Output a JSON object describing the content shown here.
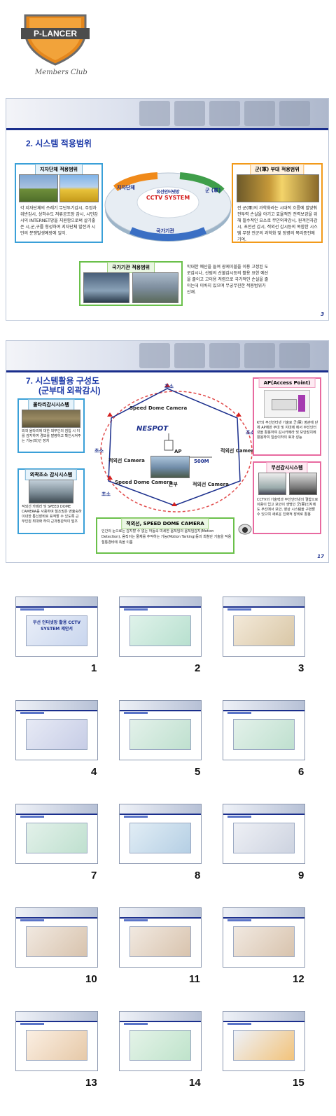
{
  "logo": {
    "brand": "P-LANCER",
    "tagline": "Members Club"
  },
  "slide1": {
    "title": "2. 시스템 적용범위",
    "page": "3",
    "center": {
      "title_line1": "유선인터넷망",
      "title_line2": "CCTV SYSTEM",
      "seg_left": "지자단체",
      "seg_right": "군 (軍)",
      "seg_bottom": "국가기관"
    },
    "local_gov": {
      "header": "지자단체 적용범위",
      "text": "각 지자단체의 쓰레기 무단투기감시, 주정차위반감시, 상하수도 저류공조장 감시, 시민감시의 INTERNET망을 지원함으로써 살기좋은 시,군,구를 형성하여 지자단체 발전과 시민의 분쟁발생예방에 일익."
    },
    "military": {
      "header": "군(軍) 부대 적용범위",
      "text": "전 군(軍)의 과학화라는 시대적 흐름에 발맞춰 전투력 손실을 야기고 효율적인 전력보강을 위해 필수적인 요소로 무인외곽감시, 원격전자감시, 초전선 감시, 적외선 감시등의 복합한 시스템 무장 전군의 과학화 및 장병의 복리증진에 기여."
    },
    "national": {
      "header": "국가기관 적용범위",
      "text": "막대한 예산을 들여 광케이블을 이용 고정된 도로감시나, 산림의 산불감시등의 활용 요한 예산을 줄이고 고이용 저렴으로 국가적인 손실을 줄이는데 이바지 있으며 무궁무진한 적용범위가 산재."
    }
  },
  "slide2": {
    "title_line1": "7. 시스템활용 구성도",
    "title_line2": "(군부대 외곽감시)",
    "page": "17",
    "fence_box": {
      "header": "울타리감시시스템",
      "text": "외곽 울타리에 대한 외부인의 침입 시 이를 감지하여 경보를 발령하고 확인시켜주는 기능(외)인 장치"
    },
    "post_box": {
      "header": "외곽초소 감시시스템",
      "text": "적외선 카메라 및 SPEED DOME CAMERA를 사용하여 철조망은 면율숙하 이내한 통신장비로 표적할 수 있도록 근무인원 최대화 하여 근과정관적이 밀조"
    },
    "ap_box": {
      "header": "AP(Access Point)",
      "text": "KT의 무선인터넷 기술로 군(軍) 영관에 단체 AP에만 부대 및 지대에 에서 무선인터넷을 활용하여 감시카메라 및 보안장치에 활용하여 일상이하의 효과 성능"
    },
    "wireless_box": {
      "header": "무선감시시스템",
      "text": "CCTV의 기술력과 무선인터넷의 결합으로 이용이 입고 보안이 생명인 군(軍)인지에도 무선에서 보안, 영상 시스템을 구현할 수 있으며 새로운 진화적 장비로 활용"
    },
    "bottom_box": {
      "header": "적외선, SPEED DOME CAMERA",
      "text": "인간의 눈으로는 감지할 수 없는 어둠속 미세한 움직임의 움직임감지(Motion Detection), 움직이는 물체를 추적하는 기능(Motion Tarking)등의 최첨단 기술을 적용 철통경비에 촉을 이룸"
    },
    "labels": {
      "post": "초소",
      "speed_dome_top": "Speed Dome Camera",
      "speed_dome_bottom": "Speed Dome Camera",
      "ir_right": "적외선 Camera",
      "ir_left": "적외선 Camera",
      "ir_bottom": "적외선 Camera",
      "ap": "AP",
      "distance": "500M",
      "hq": "본부",
      "nespot": "NESPOT"
    }
  },
  "thumbnails": [
    {
      "num": "1",
      "title": "무선 인터넷망 활용 CCTV SYSTEM 제안서"
    },
    {
      "num": "2"
    },
    {
      "num": "3"
    },
    {
      "num": "4"
    },
    {
      "num": "5"
    },
    {
      "num": "6"
    },
    {
      "num": "7"
    },
    {
      "num": "8"
    },
    {
      "num": "9"
    },
    {
      "num": "10"
    },
    {
      "num": "11"
    },
    {
      "num": "12"
    },
    {
      "num": "13"
    },
    {
      "num": "14"
    },
    {
      "num": "15"
    }
  ],
  "colors": {
    "navy": "#1a2e8c",
    "title_blue": "#1c39a8",
    "box_blue": "#3aa0d8",
    "box_orange": "#f29a1a",
    "box_green": "#6ac04a",
    "box_pink": "#e86aa0",
    "accent_red": "#d42020"
  }
}
